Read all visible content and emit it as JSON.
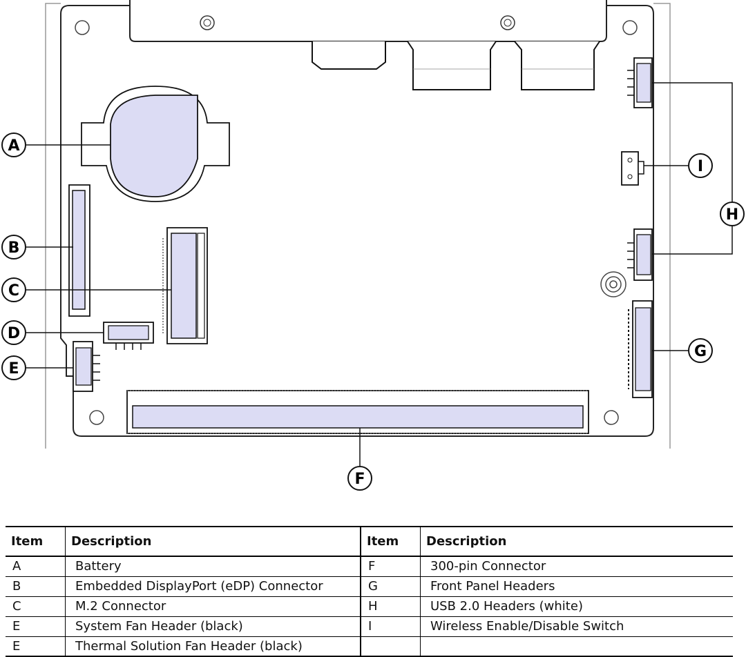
{
  "callouts": {
    "A": "A",
    "B": "B",
    "C": "C",
    "D": "D",
    "E": "E",
    "F": "F",
    "G": "G",
    "H": "H",
    "I": "I"
  },
  "colors": {
    "component_fill": "#dcdcf4",
    "outline": "#111111",
    "board_outline": "#222222",
    "chassis_line": "#999999"
  },
  "legend": {
    "headers": [
      "Item",
      "Description",
      "Item",
      "Description"
    ],
    "rows": [
      {
        "item1": "A",
        "desc1": "Battery",
        "item2": "F",
        "desc2": "300-pin Connector"
      },
      {
        "item1": "B",
        "desc1": "Embedded DisplayPort (eDP) Connector",
        "item2": "G",
        "desc2": "Front Panel Headers"
      },
      {
        "item1": "C",
        "desc1": "M.2 Connector",
        "item2": "H",
        "desc2": "USB 2.0 Headers (white)"
      },
      {
        "item1": "E",
        "desc1": "System Fan Header (black)",
        "item2": "I",
        "desc2": "Wireless Enable/Disable Switch"
      },
      {
        "item1": "E",
        "desc1": "Thermal Solution Fan Header (black)",
        "item2": "",
        "desc2": ""
      }
    ]
  }
}
